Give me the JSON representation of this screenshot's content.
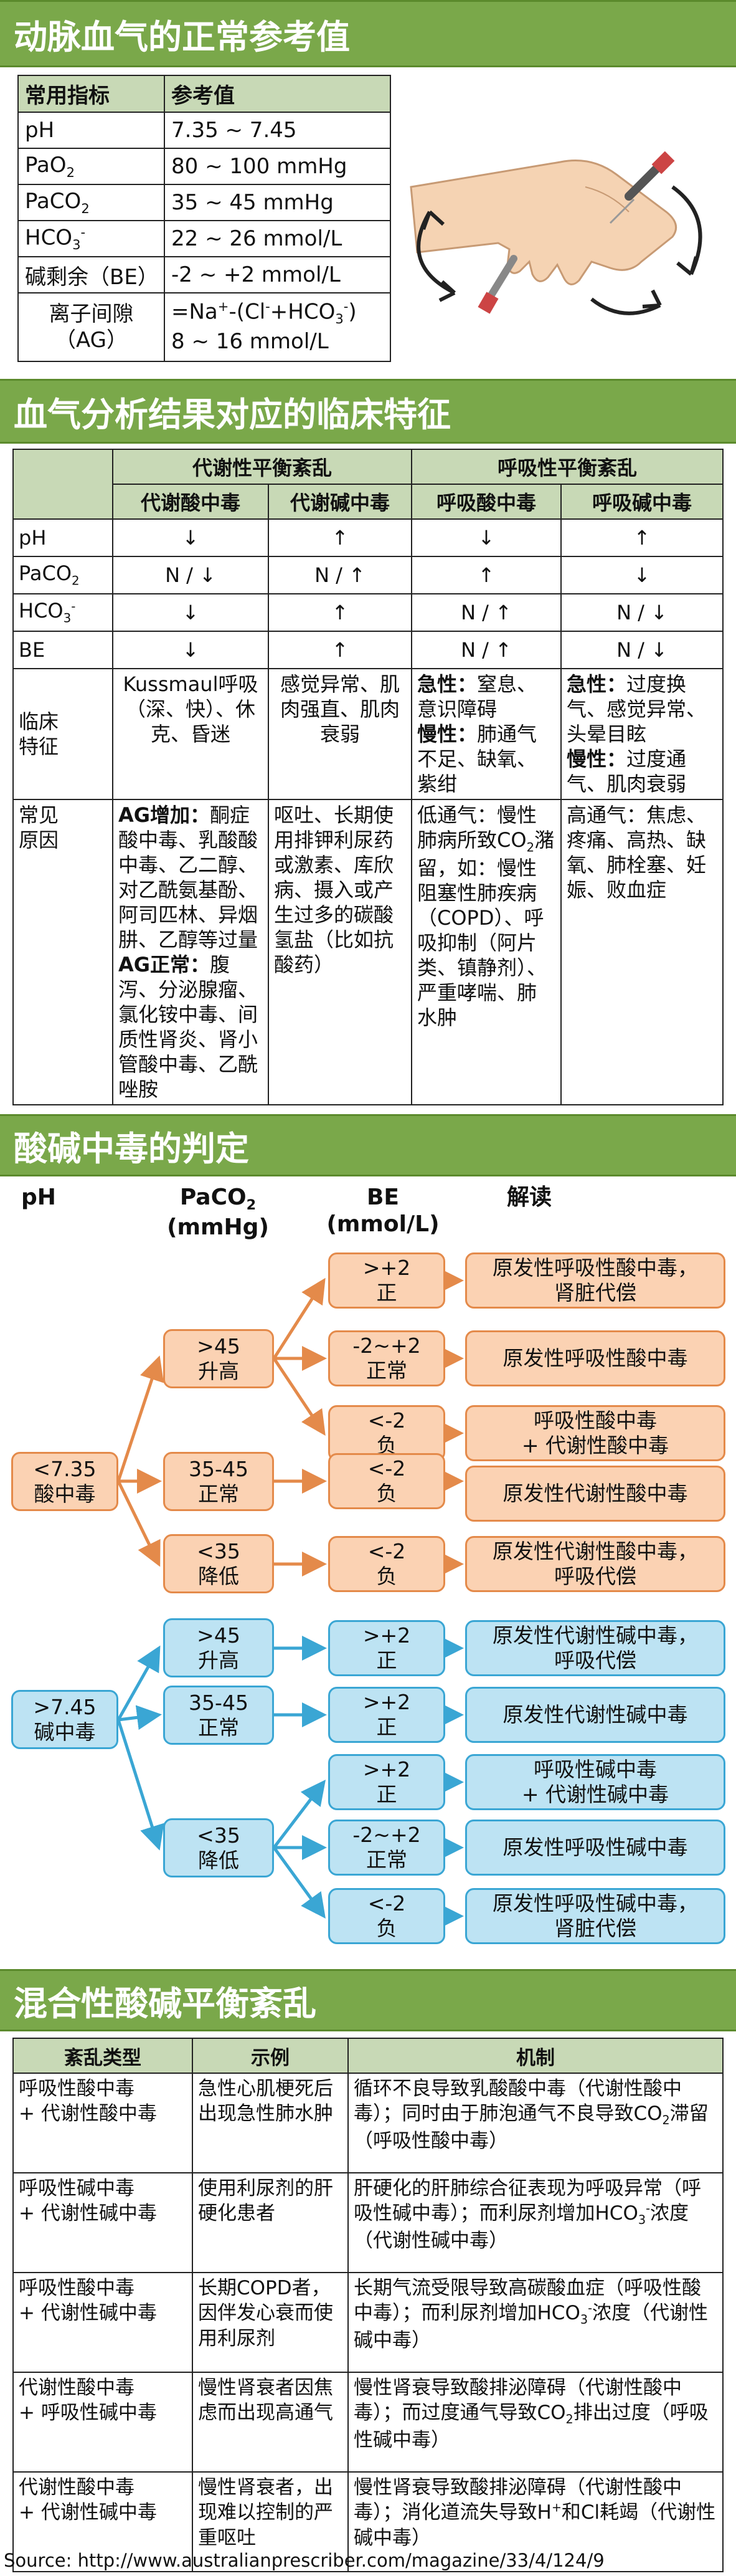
{
  "s1": {
    "title": "动脉血气的正常参考值",
    "h1": "常用指标",
    "h2": "参考值",
    "rows": [
      {
        "k": "pH",
        "v": "7.35 ~ 7.45"
      },
      {
        "k": "PaO",
        "ks": "2",
        "v": "80 ~ 100 mmHg"
      },
      {
        "k": "PaCO",
        "ks": "2",
        "v": "35 ~ 45 mmHg"
      },
      {
        "k": "HCO",
        "ks": "3",
        "ksup": "-",
        "v": "22 ~ 26 mmol/L"
      },
      {
        "k": "碱剩余（BE）",
        "v": "-2 ~ +2 mmol/L"
      }
    ],
    "ag_k1": "离子间隙",
    "ag_k2": "（AG）",
    "ag_f1": "=Na",
    "ag_f2": "-(Cl",
    "ag_f3": "+HCO",
    "ag_f4": ")",
    "ag_v": "8 ~ 16 mmol/L"
  },
  "s2": {
    "title": "血气分析结果对应的临床特征",
    "g1": "代谢性平衡紊乱",
    "g2": "呼吸性平衡紊乱",
    "c1": "代谢酸中毒",
    "c2": "代谢碱中毒",
    "c3": "呼吸酸中毒",
    "c4": "呼吸碱中毒",
    "ph": [
      "pH",
      "↓",
      "↑",
      "↓",
      "↑"
    ],
    "paco2": [
      "PaCO",
      "N / ↓",
      "N / ↑",
      "↑",
      "↓"
    ],
    "hco3": [
      "HCO",
      "↓",
      "↑",
      "N / ↑",
      "N / ↓"
    ],
    "be": [
      "BE",
      "↓",
      "↑",
      "N / ↑",
      "N / ↓"
    ],
    "feat_lbl": [
      "临床",
      "特征"
    ],
    "feat1": "Kussmaul呼吸（深、快）、休克、昏迷",
    "feat2": "感觉异常、肌肉强直、肌肉衰弱",
    "feat3_b1": "急性：",
    "feat3_t1": "窒息、意识障碍",
    "feat3_b2": "慢性：",
    "feat3_t2": "肺通气不足、缺氧、紫绀",
    "feat4_b1": "急性：",
    "feat4_t1": "过度换气、感觉异常、头晕目眩",
    "feat4_b2": "慢性：",
    "feat4_t2": "过度通气、肌肉衰弱",
    "cause_lbl": [
      "常见",
      "原因"
    ],
    "cause1_b1": "AG增加：",
    "cause1_t1": "酮症酸中毒、乳酸酸中毒、乙二醇、对乙酰氨基酚、阿司匹林、异烟肼、乙醇等过量",
    "cause1_b2": "AG正常：",
    "cause1_t2": "腹泻、分泌腺瘤、氯化铵中毒、间质性肾炎、肾小管酸中毒、乙酰唑胺",
    "cause2": "呕吐、长期使用排钾利尿药或激素、库欣病、摄入或产生过多的碳酸氢盐（比如抗酸药）",
    "cause3_a": "低通气：慢性肺病所致CO",
    "cause3_b": "潴留，如：慢性阻塞性肺疾病（COPD）、呼吸抑制（阿片类、镇静剂）、严重哮喘、肺水肿",
    "cause4": "高通气：焦虑、疼痛、高热、缺氧、肺栓塞、妊娠、败血症"
  },
  "s3": {
    "title": "酸碱中毒的判定",
    "h_ph": "pH",
    "h_paco2": "PaCO",
    "h_paco2_sub": "2",
    "h_paco2_unit": "(mmHg)",
    "h_be": "BE",
    "h_be_unit": "(mmol/L)",
    "h_interp": "解读",
    "ph_acid": [
      "<7.35",
      "酸中毒"
    ],
    "ph_alk": [
      ">7.45",
      "碱中毒"
    ],
    "pa1": [
      ">45",
      "升高"
    ],
    "pa2": [
      "35-45",
      "正常"
    ],
    "pa3": [
      "<35",
      "降低"
    ],
    "pa4": [
      ">45",
      "升高"
    ],
    "pa5": [
      "35-45",
      "正常"
    ],
    "pa6": [
      "<35",
      "降低"
    ],
    "be1": [
      ">+2",
      "正"
    ],
    "be2": [
      "-2~+2",
      "正常"
    ],
    "be3": [
      "<-2",
      "负"
    ],
    "be4": [
      "<-2",
      "负"
    ],
    "be5": [
      "<-2",
      "负"
    ],
    "be6": [
      ">+2",
      "正"
    ],
    "be7": [
      ">+2",
      "正"
    ],
    "be8": [
      ">+2",
      "正"
    ],
    "be9": [
      "-2~+2",
      "正常"
    ],
    "be10": [
      "<-2",
      "负"
    ],
    "r1": [
      "原发性呼吸性酸中毒，",
      "肾脏代偿"
    ],
    "r2": [
      "原发性呼吸性酸中毒"
    ],
    "r3": [
      "呼吸性酸中毒",
      "+ 代谢性酸中毒"
    ],
    "r4": [
      "原发性代谢性酸中毒"
    ],
    "r5": [
      "原发性代谢性酸中毒，",
      "呼吸代偿"
    ],
    "r6": [
      "原发性代谢性碱中毒，",
      "呼吸代偿"
    ],
    "r7": [
      "原发性代谢性碱中毒"
    ],
    "r8": [
      "呼吸性碱中毒",
      "+ 代谢性碱中毒"
    ],
    "r9": [
      "原发性呼吸性碱中毒"
    ],
    "r10": [
      "原发性呼吸性碱中毒，",
      "肾脏代偿"
    ]
  },
  "s4": {
    "title": "混合性酸碱平衡紊乱",
    "h1": "紊乱类型",
    "h2": "示例",
    "h3": "机制",
    "rows": [
      {
        "t1": "呼吸性酸中毒",
        "t2": "+ 代谢性酸中毒",
        "ex": "急性心肌梗死后出现急性肺水肿",
        "m": "循环不良导致乳酸酸中毒（代谢性酸中毒）；同时由于肺泡通气不良导致CO",
        "ms": "2",
        "m2": "滞留（呼吸性酸中毒）"
      },
      {
        "t1": "呼吸性碱中毒",
        "t2": "+ 代谢性碱中毒",
        "ex": "使用利尿剂的肝硬化患者",
        "m": "肝硬化的肝肺综合征表现为呼吸异常（呼吸性碱中毒）；而利尿剂增加HCO",
        "ms": "3",
        "m2": "浓度（代谢性碱中毒）"
      },
      {
        "t1": "呼吸性酸中毒",
        "t2": "+ 代谢性碱中毒",
        "ex": "长期COPD者，因伴发心衰而使用利尿剂",
        "m": "长期气流受限导致高碳酸血症（呼吸性酸中毒）；而利尿剂增加HCO",
        "ms": "3",
        "m2": "浓度（代谢性碱中毒）"
      },
      {
        "t1": "代谢性酸中毒",
        "t2": "+ 呼吸性碱中毒",
        "ex": "慢性肾衰者因焦虑而出现高通气",
        "m": "慢性肾衰导致酸排泌障碍（代谢性酸中毒）；而过度通气导致CO",
        "ms": "2",
        "m2": "排出过度（呼吸性碱中毒）"
      },
      {
        "t1": "代谢性酸中毒",
        "t2": "+ 代谢性碱中毒",
        "ex": "慢性肾衰者，出现难以控制的严重呕吐",
        "m": "慢性肾衰导致酸排泌障碍（代谢性酸中毒）；消化道流失导致H",
        "ms": "",
        "m2": "和Cl耗竭（代谢性碱中毒）"
      }
    ]
  },
  "source": "Source: http://www.australianprescriber.com/magazine/33/4/124/9",
  "colors": {
    "green": "#7aa84a",
    "orange": "#e48a4a",
    "blue": "#3aa6d4"
  }
}
